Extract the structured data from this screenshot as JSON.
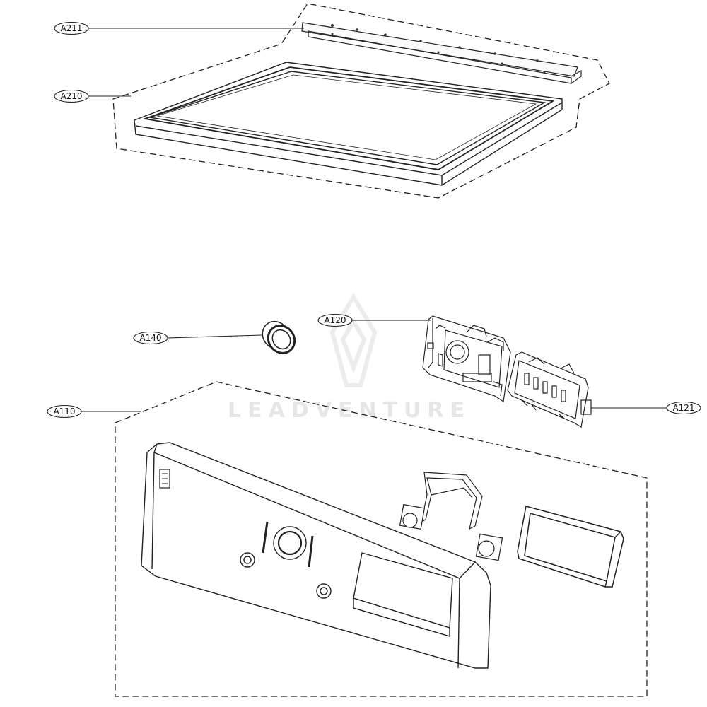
{
  "diagram": {
    "callouts": {
      "a211": "A211",
      "a210": "A210",
      "a120": "A120",
      "a140": "A140",
      "a110": "A110",
      "a121": "A121"
    },
    "watermark": "LEADVENTURE"
  },
  "colors": {
    "line": "#222222",
    "watermark": "#e6e6e6",
    "background": "#ffffff"
  }
}
